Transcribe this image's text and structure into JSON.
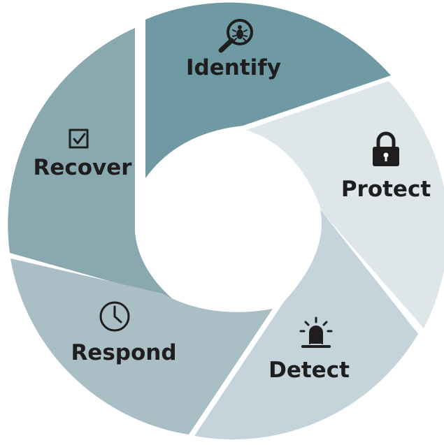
{
  "segments": [
    {
      "id": "identify",
      "label": "Identify",
      "color": "#6f9aa3",
      "icon": "magnifier-bug-icon"
    },
    {
      "id": "protect",
      "label": "Protect",
      "color": "#dfe6ea",
      "icon": "padlock-icon"
    },
    {
      "id": "detect",
      "label": "Detect",
      "color": "#c4d4da",
      "icon": "alarm-siren-icon"
    },
    {
      "id": "respond",
      "label": "Respond",
      "color": "#a9bfc5",
      "icon": "clock-icon"
    },
    {
      "id": "recover",
      "label": "Recover",
      "color": "#89a8af",
      "icon": "checkbox-icon"
    }
  ]
}
